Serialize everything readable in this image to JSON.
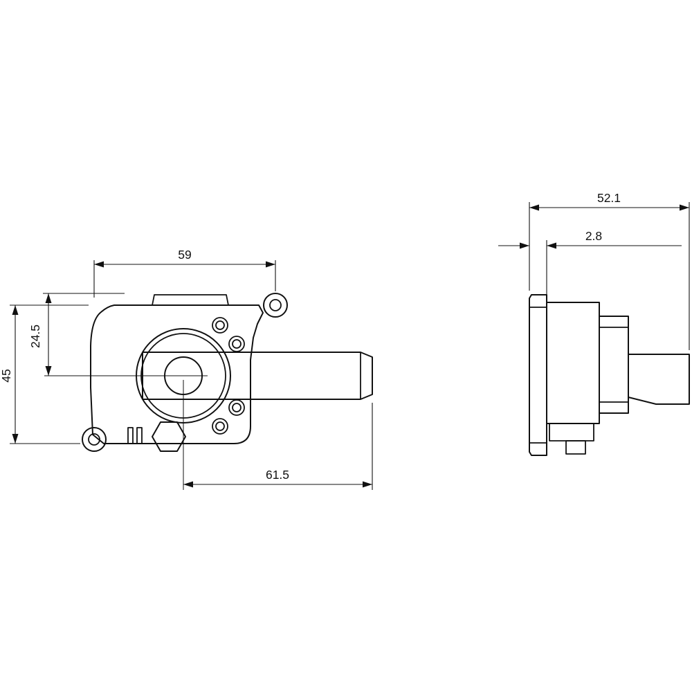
{
  "drawing": {
    "background": "#ffffff",
    "line_color": "#111111",
    "front_view": {
      "dimensions": {
        "hole_spacing_top": "59",
        "top_to_center": "24.5",
        "overall_height": "45",
        "handle_length": "61.5"
      }
    },
    "side_view": {
      "dimensions": {
        "overall_depth": "52.1",
        "plate_thickness": "2.8"
      }
    }
  }
}
